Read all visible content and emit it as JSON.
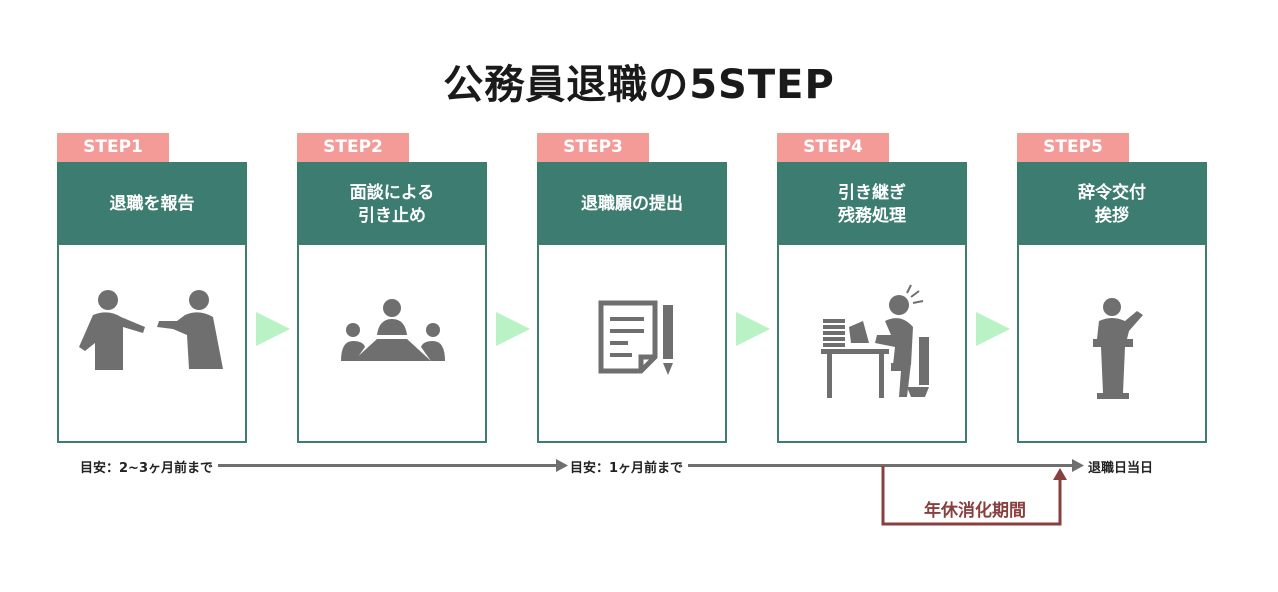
{
  "title": "公務員退職の5STEP",
  "steps": [
    {
      "tag": "STEP1",
      "line1": "退職を報告",
      "line2": "",
      "icon": "two-people-talking-icon"
    },
    {
      "tag": "STEP2",
      "line1": "面談による",
      "line2": "引き止め",
      "icon": "meeting-table-icon"
    },
    {
      "tag": "STEP3",
      "line1": "退職願の提出",
      "line2": "",
      "icon": "document-pen-icon"
    },
    {
      "tag": "STEP4",
      "line1": "引き継ぎ",
      "line2": "残務処理",
      "icon": "person-at-desk-icon"
    },
    {
      "tag": "STEP5",
      "line1": "辞令交付",
      "line2": "挨拶",
      "icon": "speaker-podium-icon"
    }
  ],
  "timeline": {
    "start": "目安：2~3ヶ月前まで",
    "middle": "目安：1ヶ月前まで",
    "end": "退職日当日",
    "vacation": "年休消化期間"
  },
  "colors": {
    "tag": "#f49a97",
    "card": "#3d7d71",
    "icon": "#6f6f6f",
    "arrow": "#b9f2c4",
    "vacation": "#8a3f3f"
  }
}
